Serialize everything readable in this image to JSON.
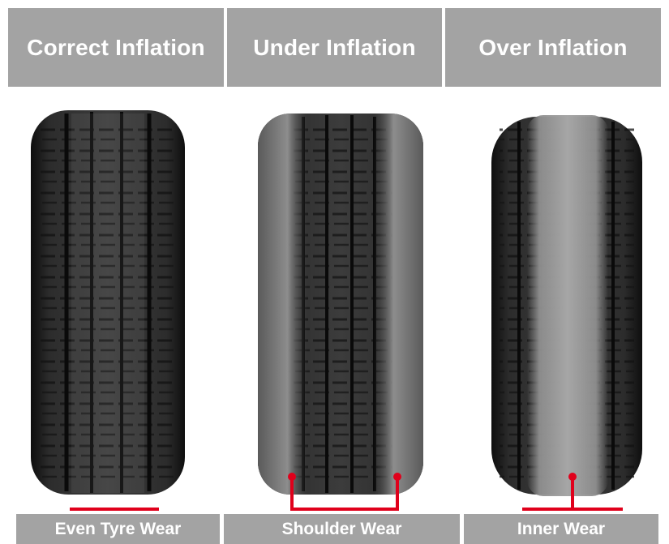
{
  "headers": [
    "Correct Inflation",
    "Under Inflation",
    "Over Inflation"
  ],
  "footers": [
    "Even Tyre Wear",
    "Shoulder Wear",
    "Inner Wear"
  ],
  "colors": {
    "banner": "#a3a3a3",
    "banner_text": "#ffffff",
    "marker": "#e0001b",
    "tyre_dark": "#1c1c1c",
    "tyre_mid": "#3a3a3a",
    "worn_grey": "#8a8a8a"
  }
}
